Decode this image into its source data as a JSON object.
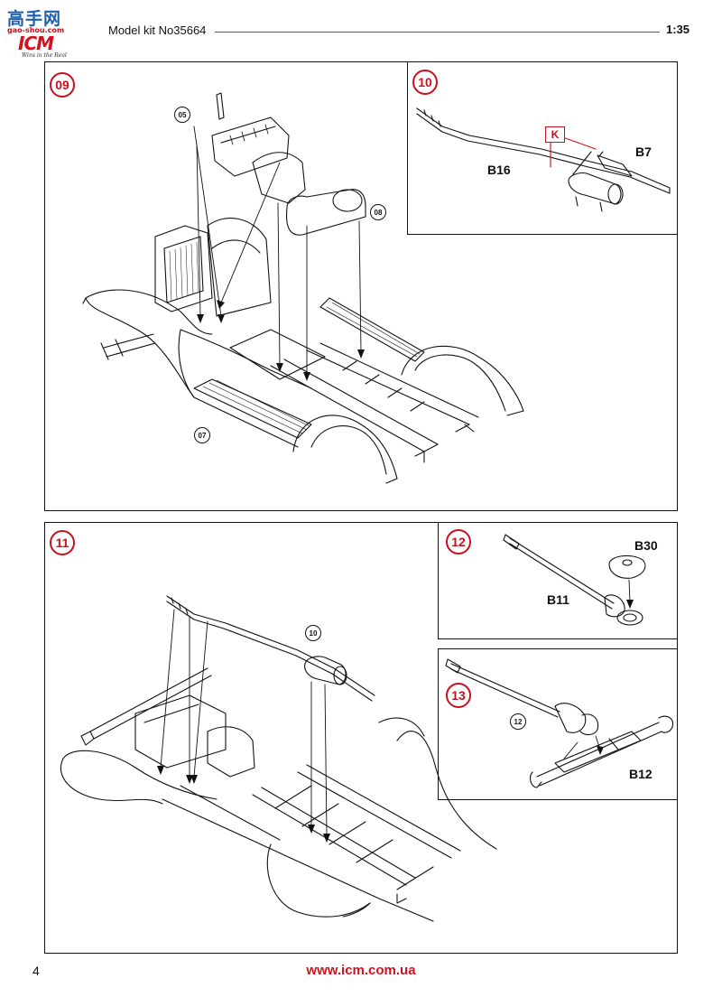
{
  "header": {
    "site_logo_cn": "高手网",
    "site_logo_url": "gao-shou.com",
    "brand": "ICM",
    "brand_tagline": "Wins in the Real",
    "title": "Model kit No35664",
    "scale": "1:35"
  },
  "steps": {
    "s09": {
      "number": "09",
      "refs": [
        "05",
        "08",
        "07"
      ]
    },
    "s10": {
      "number": "10",
      "parts": [
        "B16",
        "B7"
      ],
      "paint_code": "K"
    },
    "s11": {
      "number": "11",
      "refs": [
        "10"
      ]
    },
    "s12": {
      "number": "12",
      "parts": [
        "B30",
        "B11"
      ]
    },
    "s13": {
      "number": "13",
      "refs": [
        "12"
      ],
      "parts": [
        "B12"
      ]
    }
  },
  "footer": {
    "page_number": "4",
    "url": "www.icm.com.ua"
  },
  "colors": {
    "accent_red": "#c8101e",
    "line_black": "#111111"
  }
}
